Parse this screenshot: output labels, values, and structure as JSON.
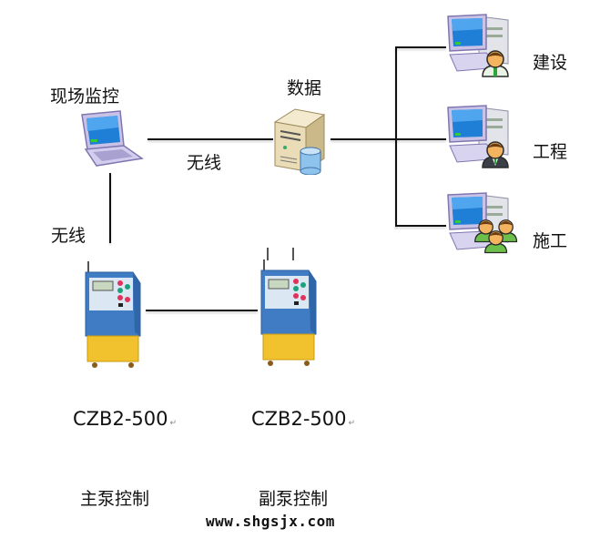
{
  "nodes": {
    "site_monitor": {
      "label": "现场监控",
      "icon": "laptop-icon"
    },
    "data_server": {
      "label": "数据",
      "icon": "server-database-icon"
    },
    "client_construction": {
      "label": "建设",
      "icon": "workstation-user-icon"
    },
    "client_engineering": {
      "label": "工程",
      "icon": "workstation-user-icon"
    },
    "client_building": {
      "label": "施工",
      "icon": "workstation-group-icon"
    },
    "main_pump": {
      "model": "CZB2-500",
      "label": "主泵控制",
      "icon": "pump-controller-icon"
    },
    "sub_pump": {
      "model": "CZB2-500",
      "label": "副泵控制",
      "icon": "pump-controller-icon"
    }
  },
  "edges": {
    "monitor_to_server": {
      "label": "无线"
    },
    "monitor_to_pump": {
      "label": "无线"
    }
  },
  "return_mark": "↵",
  "watermark": "www.shgsjx.com",
  "colors": {
    "line": "#111111",
    "screen": "#1f7fd6",
    "pump_body": "#3f7cc4",
    "pump_base": "#f2c12e",
    "server": "#e9dcb6"
  }
}
